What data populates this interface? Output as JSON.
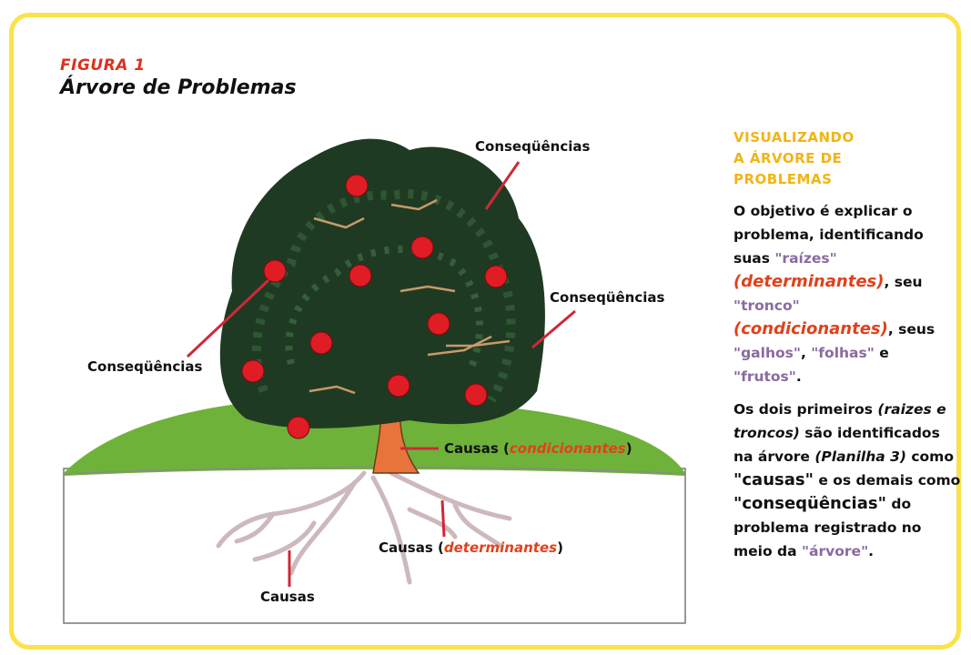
{
  "figure": {
    "label": "FIGURA 1",
    "title": "Árvore de Problemas"
  },
  "labels": {
    "consequencias_top": "Conseqüências",
    "consequencias_right": "Conseqüências",
    "consequencias_left": "Conseqüências",
    "causas_cond_prefix": "Causas (",
    "causas_cond_term": "condicionantes",
    "causas_cond_suffix": ")",
    "causas_det_prefix": "Causas (",
    "causas_det_term": "determinantes",
    "causas_det_suffix": ")",
    "causas": "Causas"
  },
  "panel": {
    "title_line1": "VISUALIZANDO",
    "title_line2": "A ÁRVORE DE",
    "title_line3": "PROBLEMAS",
    "p1": {
      "t1": "O objetivo é explicar o problema, identificando suas ",
      "q_raizes": "\"raízes\"",
      "determinantes": "(determinantes)",
      "t2": ", seu ",
      "q_tronco": "\"tronco\"",
      "condicionantes": "(condicionantes)",
      "t3": ", seus ",
      "q_galhos": "\"galhos\"",
      "t4": ", ",
      "q_folhas": "\"folhas\"",
      "t5": " e ",
      "q_frutos": "\"frutos\"",
      "t6": "."
    },
    "p2": {
      "t1": "Os dois primeiros ",
      "it1": "(raizes e troncos)",
      "t2": " são identificados na árvore ",
      "it2": "(Planilha 3)",
      "t3": " como ",
      "causas": "\"causas\"",
      "t4": " e os demais como ",
      "consequencias": "\"conseqüências\"",
      "t5": " do problema registrado no meio da ",
      "arvore": "\"árvore\"",
      "t6": "."
    }
  },
  "colors": {
    "frame": "#fbe24a",
    "accent_red": "#e2401b",
    "title_yellow": "#f2b415",
    "purple": "#8a6aa0",
    "foliage": "#1f3a22",
    "grass": "#6fb23a",
    "fruit": "#e01c24"
  }
}
